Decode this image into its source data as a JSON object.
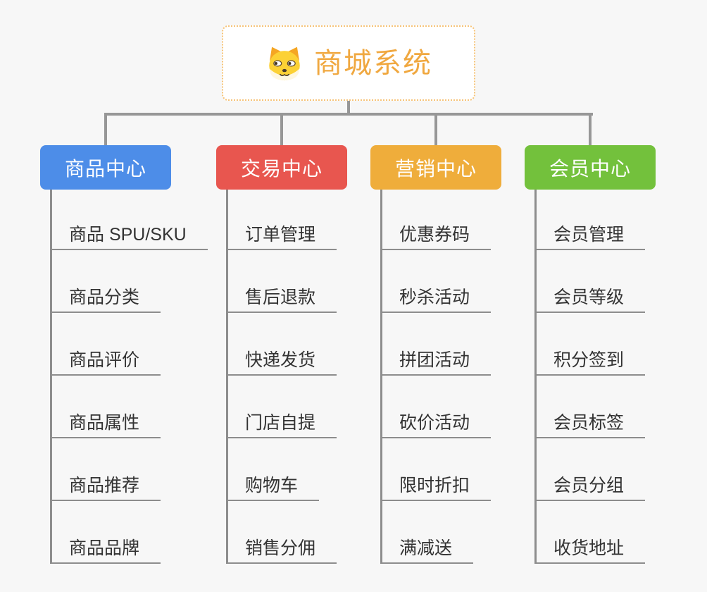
{
  "root": {
    "label": "商城系统",
    "icon": "dog-icon",
    "accent_color": "#F0A840",
    "border_color": "#F6C377"
  },
  "branches": [
    {
      "label": "商品中心",
      "color": "#4D8DE8",
      "children": [
        "商品 SPU/SKU",
        "商品分类",
        "商品评价",
        "商品属性",
        "商品推荐",
        "商品品牌"
      ]
    },
    {
      "label": "交易中心",
      "color": "#E8564F",
      "children": [
        "订单管理",
        "售后退款",
        "快递发货",
        "门店自提",
        "购物车",
        "销售分佣"
      ]
    },
    {
      "label": "营销中心",
      "color": "#EFAD3B",
      "children": [
        "优惠券码",
        "秒杀活动",
        "拼团活动",
        "砍价活动",
        "限时折扣",
        "满减送"
      ]
    },
    {
      "label": "会员中心",
      "color": "#73C13C",
      "children": [
        "会员管理",
        "会员等级",
        "积分签到",
        "会员标签",
        "会员分组",
        "收货地址"
      ]
    }
  ],
  "connector_color": "#979797",
  "leaf_text_color": "#333333"
}
